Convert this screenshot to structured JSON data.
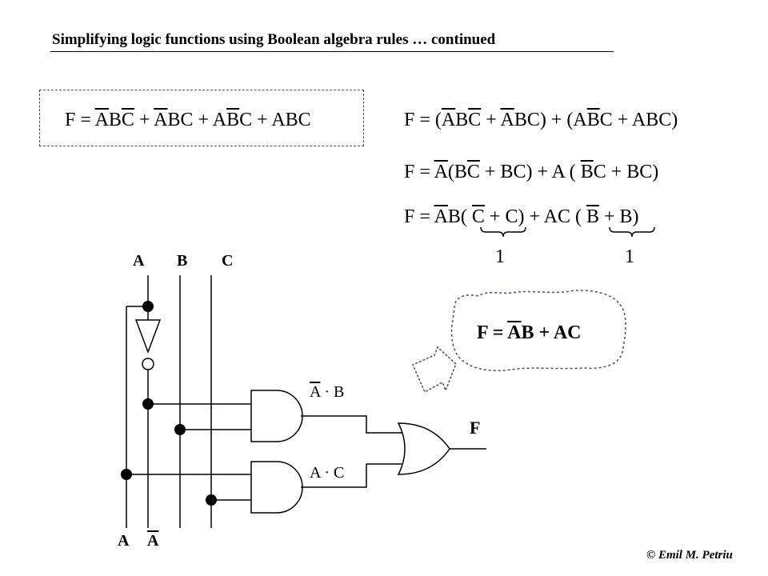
{
  "title": "Simplifying logic functions using Boolean algebra rules … continued",
  "equations": {
    "original": [
      "F = ",
      "A",
      "B",
      "C",
      " + ",
      "A",
      "B",
      "C",
      " + A",
      "B",
      "C",
      " + ABC"
    ],
    "step1": [
      "F = (",
      "A",
      "B",
      "C",
      " + ",
      "A",
      "BC) + (A",
      "B",
      "C + ABC)"
    ],
    "step2": [
      "F = ",
      "A",
      "(B",
      "C",
      " + BC) + A ( ",
      "B",
      "C + BC)"
    ],
    "step3": [
      "F = ",
      "A",
      "B( ",
      "C",
      " + C) + AC ( ",
      "B",
      " + B)"
    ],
    "one_left": "1",
    "one_right": "1"
  },
  "result": [
    "F = ",
    "A",
    "B + AC"
  ],
  "circuit": {
    "input_labels": {
      "a": "A",
      "b": "B",
      "c": "C"
    },
    "bottom_labels": {
      "a": "A",
      "a_bar": "A"
    },
    "gate1_label": [
      "A",
      " · B"
    ],
    "gate2_label": "A · C",
    "output_label": "F"
  },
  "colors": {
    "callout_border": "#4a4a6a",
    "arrow_border": "#4a4a6a"
  },
  "footer": "©  Emil M. Petriu"
}
